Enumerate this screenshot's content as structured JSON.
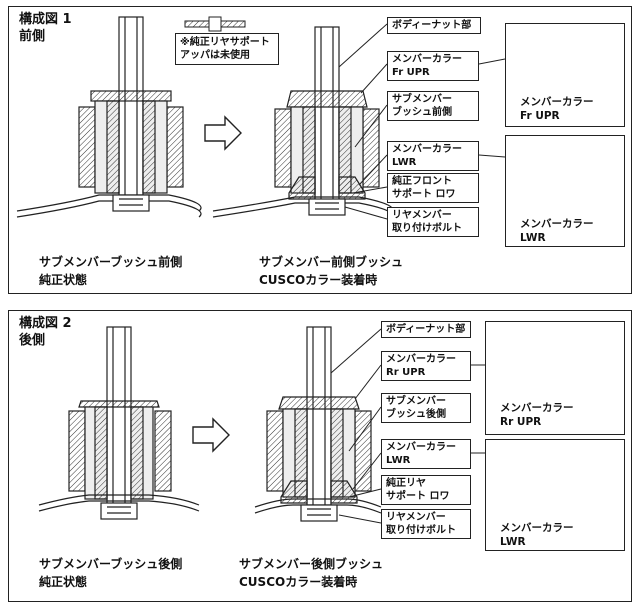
{
  "panel1": {
    "title_line1": "構成図 1",
    "title_line2": "前側",
    "callout_line1": "※純正リヤサポート",
    "callout_line2": "アッパは未使用",
    "labels": [
      {
        "line1": "ボディーナット部",
        "line2": ""
      },
      {
        "line1": "メンバーカラー",
        "line2": "Fr UPR"
      },
      {
        "line1": "サブメンバー",
        "line2": "ブッシュ前側"
      },
      {
        "line1": "メンバーカラー",
        "line2": "LWR"
      },
      {
        "line1": "純正フロント",
        "line2": "サポート ロワ"
      },
      {
        "line1": "リヤメンバー",
        "line2": "取り付けボルト"
      }
    ],
    "part_upper": {
      "line1": "メンバーカラー",
      "line2": "Fr UPR"
    },
    "part_lower": {
      "line1": "メンバーカラー",
      "line2": "LWR"
    },
    "caption_left_1": "サブメンバーブッシュ前側",
    "caption_left_2": "純正状態",
    "caption_right_1": "サブメンバー前側ブッシュ",
    "caption_right_2": "CUSCOカラー装着時"
  },
  "panel2": {
    "title_line1": "構成図 2",
    "title_line2": "後側",
    "labels": [
      {
        "line1": "ボディーナット部",
        "line2": ""
      },
      {
        "line1": "メンバーカラー",
        "line2": "Rr UPR"
      },
      {
        "line1": "サブメンバー",
        "line2": "ブッシュ後側"
      },
      {
        "line1": "メンバーカラー",
        "line2": "LWR"
      },
      {
        "line1": "純正リヤ",
        "line2": "サポート ロワ"
      },
      {
        "line1": "リヤメンバー",
        "line2": "取り付けボルト"
      }
    ],
    "part_upper": {
      "line1": "メンバーカラー",
      "line2": "Rr UPR"
    },
    "part_lower": {
      "line1": "メンバーカラー",
      "line2": "LWR"
    },
    "caption_left_1": "サブメンバーブッシュ後側",
    "caption_left_2": "純正状態",
    "caption_right_1": "サブメンバー後側ブッシュ",
    "caption_right_2": "CUSCOカラー装着時"
  }
}
